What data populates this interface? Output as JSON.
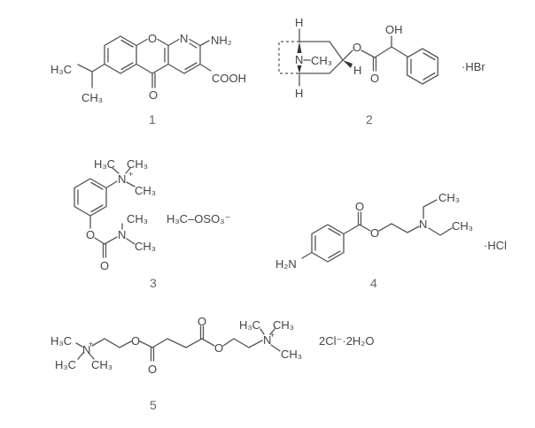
{
  "structures": [
    {
      "number": "1",
      "labels": {
        "o_ring": "O",
        "n_ring": "N",
        "nh2": "NH₂",
        "cooh": "COOH",
        "o_keto": "O",
        "h3c": "H₃C",
        "ch3": "CH₃"
      }
    },
    {
      "number": "2",
      "labels": {
        "h_top": "H",
        "h_bottom": "H",
        "n": "N",
        "ch3": "CH₃",
        "o_ester": "O",
        "h_c3": "H",
        "o_keto": "O",
        "oh": "OH",
        "salt": "·HBr"
      }
    },
    {
      "number": "3",
      "labels": {
        "n_plus": "N",
        "plus": "+",
        "h3c": "H₃C",
        "ch3_a": "CH₃",
        "ch3_b": "CH₃",
        "o_ester": "O",
        "o_keto": "O",
        "n": "N",
        "ch3_c": "CH₃",
        "ch3_d": "CH₃",
        "counterion": "H₃C–OSO₃⁻"
      }
    },
    {
      "number": "4",
      "labels": {
        "h2n": "H₂N",
        "o_keto": "O",
        "o_ester": "O",
        "n": "N",
        "ch3_a": "CH₃",
        "ch3_b": "CH₃",
        "salt": "·HCl"
      }
    },
    {
      "number": "5",
      "labels": {
        "n_left": "N",
        "plus_left": "+",
        "h3c_a": "H₃C",
        "h3c_b": "H₃C",
        "ch3_a": "CH₃",
        "o1": "O",
        "o2": "O",
        "o3": "O",
        "o4": "O",
        "n_right": "N",
        "plus_right": "+",
        "h3c_c": "H₃C",
        "ch3_b": "CH₃",
        "ch3_c": "CH₃",
        "salt": "2Cl⁻·2H₂O"
      }
    }
  ]
}
